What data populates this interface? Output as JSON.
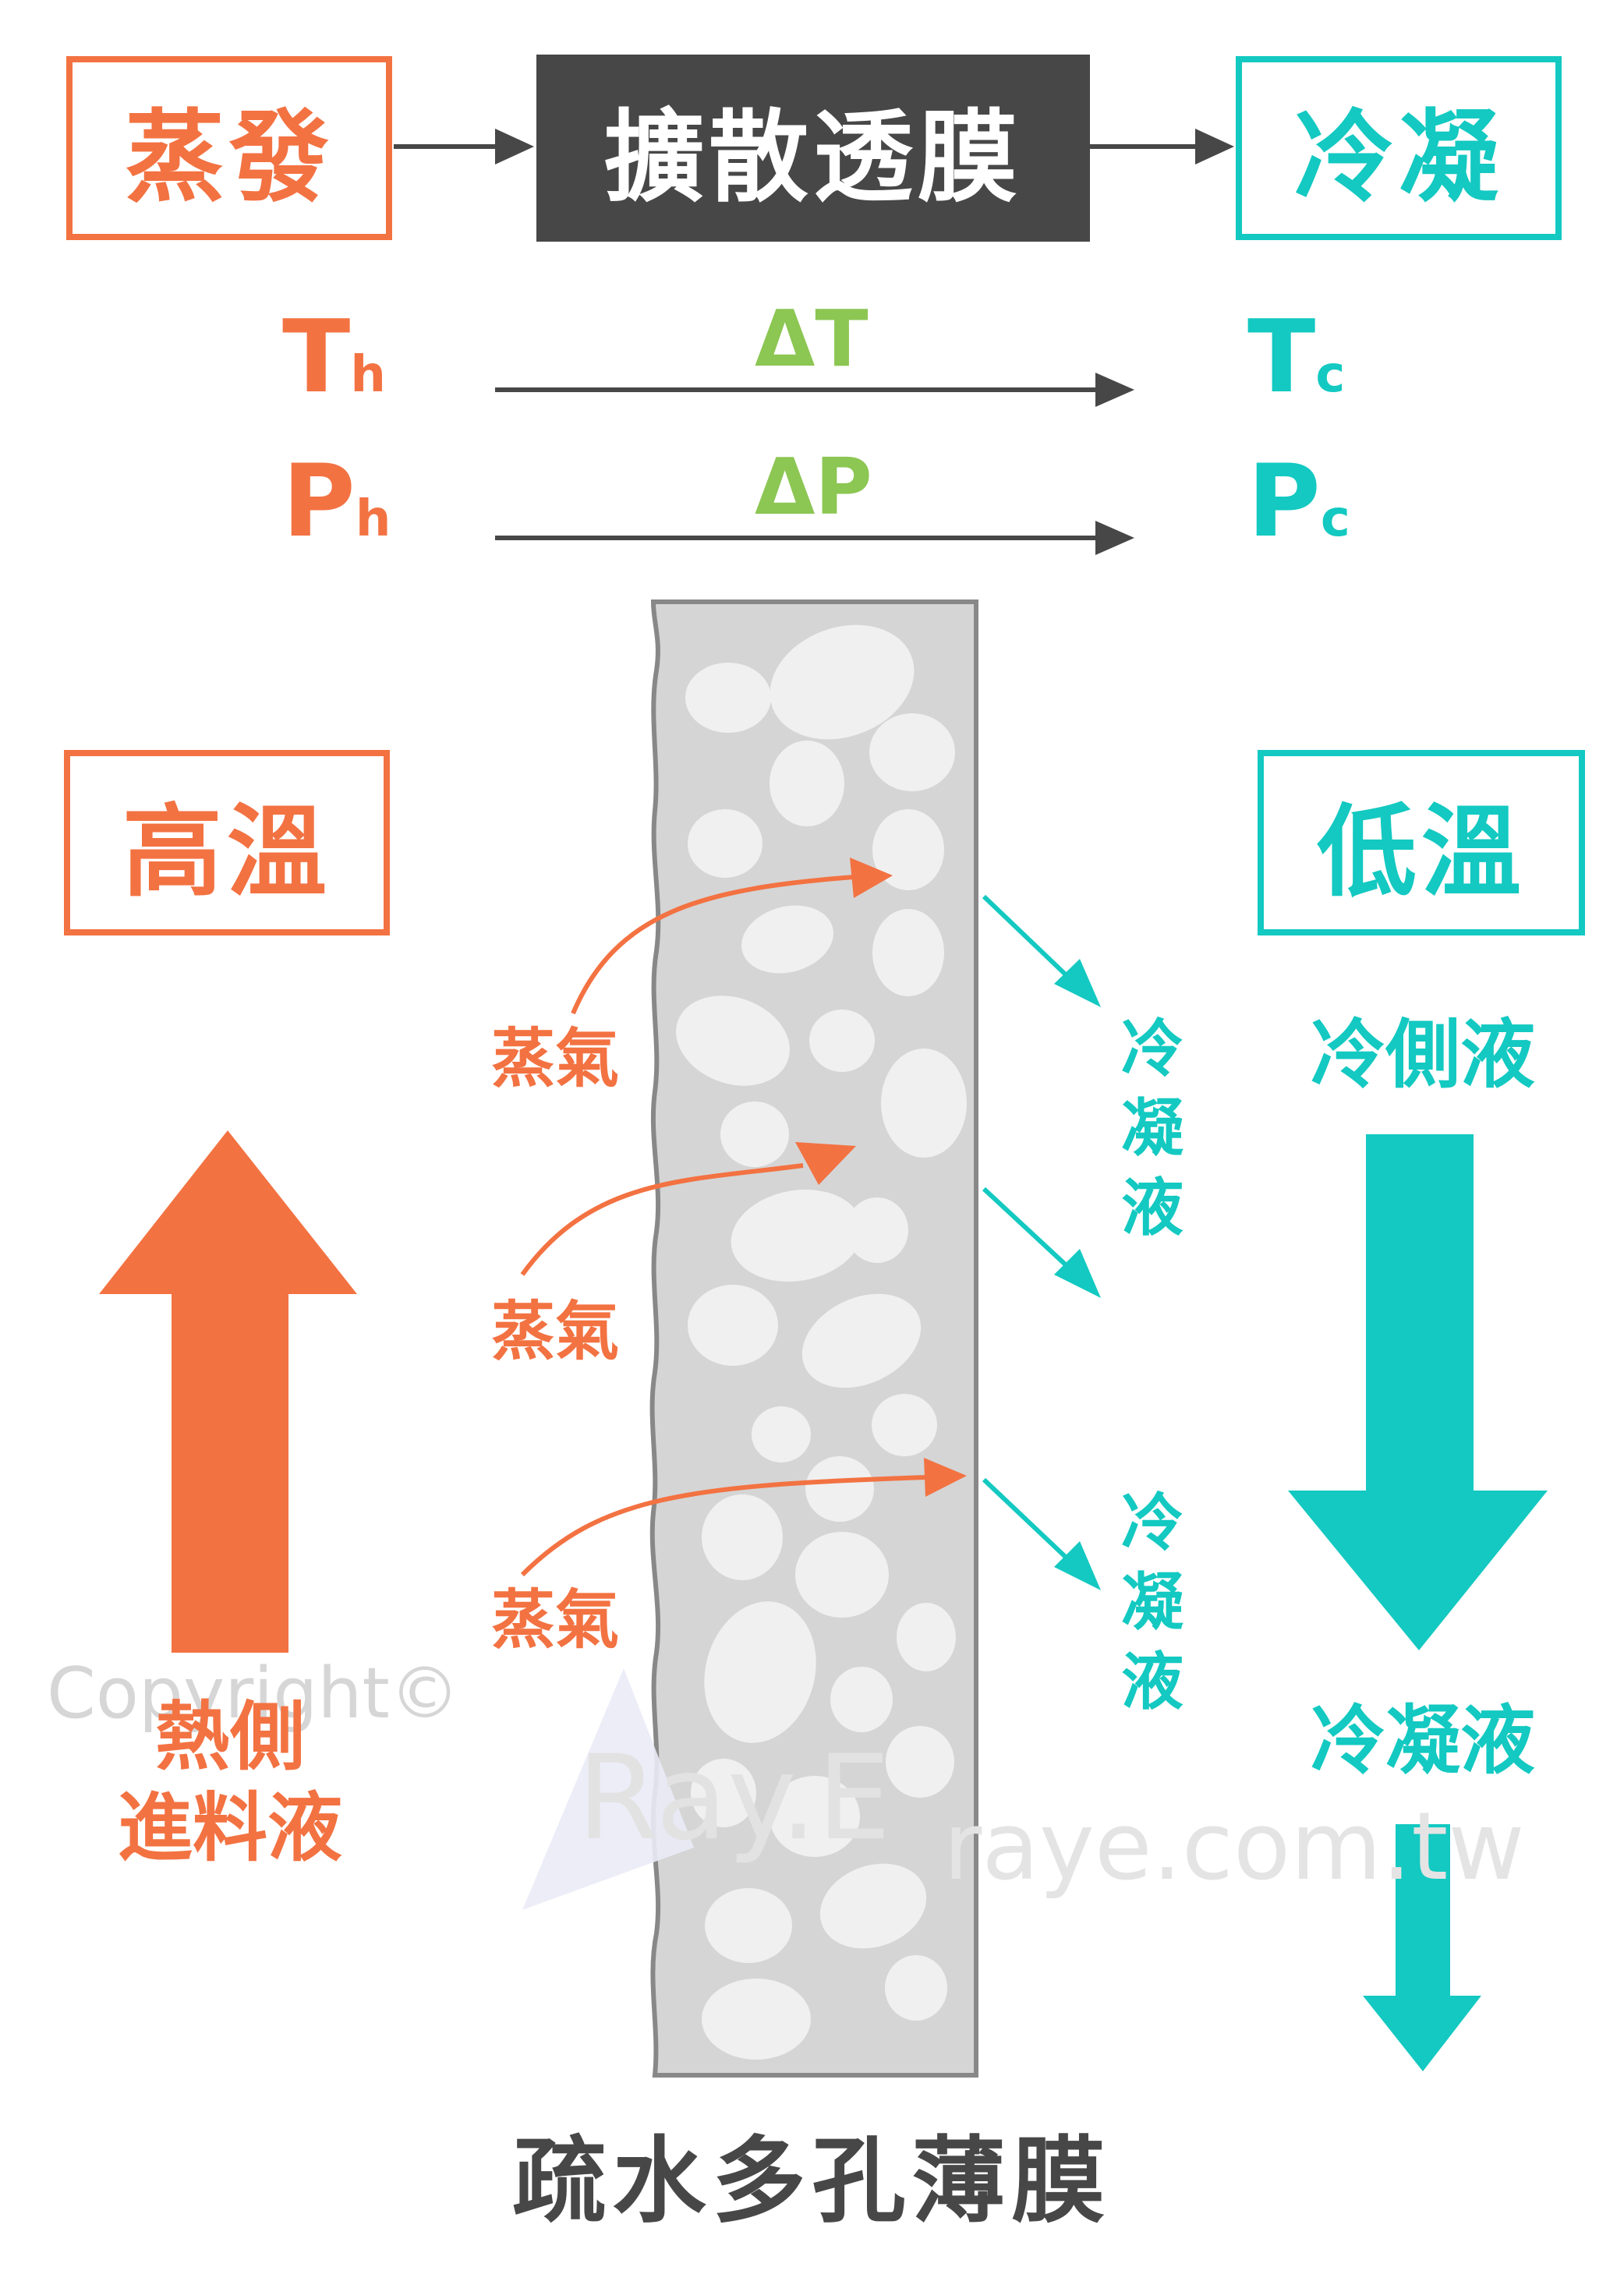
{
  "colors": {
    "hot": "#f37242",
    "cold": "#13c9c1",
    "dark": "#474747",
    "delta": "#8cc653",
    "membrane": "#d5d5d5",
    "pore": "#f0f0f0"
  },
  "header": {
    "evaporation": "蒸發",
    "diffusion": "擴散透膜",
    "condensation": "冷凝"
  },
  "symbols": {
    "hot_temp": {
      "main": "T",
      "sub": "h"
    },
    "hot_pressure": {
      "main": "P",
      "sub": "h"
    },
    "cold_temp": {
      "main": "T",
      "sub": "c"
    },
    "cold_pressure": {
      "main": "P",
      "sub": "c"
    },
    "delta_t": "ΔT",
    "delta_p": "ΔP"
  },
  "left": {
    "high_temp": "高溫",
    "feed_line1": "熱側",
    "feed_line2": "進料液"
  },
  "right": {
    "low_temp": "低溫",
    "cold_side": "冷側液",
    "condensate": "冷凝液"
  },
  "membrane": {
    "vapor_labels": [
      "蒸氣",
      "蒸氣",
      "蒸氣"
    ],
    "condensate_labels": [
      "冷凝液",
      "冷凝液"
    ],
    "caption": "疏水多孔薄膜"
  },
  "watermark": {
    "copyright": "Copyright©",
    "brand_left": "Ray.E",
    "brand_right": "raye.com.tw"
  }
}
